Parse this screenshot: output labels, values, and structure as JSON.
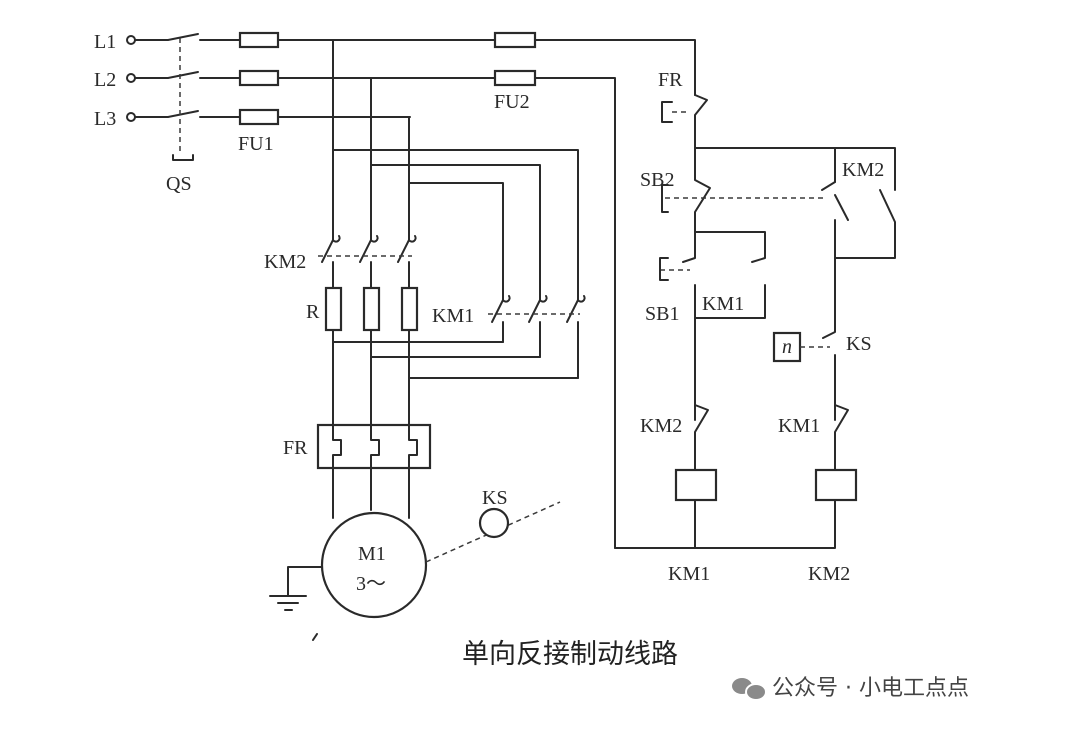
{
  "labels": {
    "L1": "L1",
    "L2": "L2",
    "L3": "L3",
    "QS": "QS",
    "FU1": "FU1",
    "FU2": "FU2",
    "FR": "FR",
    "SB2": "SB2",
    "SB1": "SB1",
    "KM2": "KM2",
    "KM1": "KM1",
    "KS": "KS",
    "R": "R",
    "M1": "M1",
    "motor_phase": "3～",
    "speed_relay_n": "n"
  },
  "caption": "单向反接制动线路",
  "watermark": {
    "text": "公众号 · 小电工点点",
    "icon": "wechat-icon"
  }
}
